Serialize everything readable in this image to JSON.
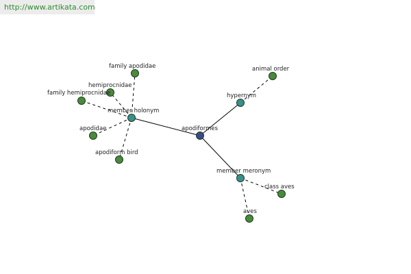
{
  "banner": {
    "url": "http://www.artikata.com"
  },
  "colors": {
    "leaf": "#4a8a3c",
    "relation": "#3a8f8f",
    "center": "#3b4a8c",
    "banner_text": "#2e8b2e"
  },
  "nodes": [
    {
      "id": "apodiformes",
      "label": "apodiformes",
      "kind": "center"
    },
    {
      "id": "member-holonym",
      "label": "member holonym",
      "kind": "relation"
    },
    {
      "id": "hypernym",
      "label": "hypernym",
      "kind": "relation"
    },
    {
      "id": "member-meronym",
      "label": "member meronym",
      "kind": "relation"
    },
    {
      "id": "family-apodidae",
      "label": "family apodidae",
      "kind": "leaf"
    },
    {
      "id": "hemiprocnidae",
      "label": "hemiprocnidae",
      "kind": "leaf"
    },
    {
      "id": "family-hemiprocnidae",
      "label": "family hemiprocnidae",
      "kind": "leaf"
    },
    {
      "id": "apodidae",
      "label": "apodidae",
      "kind": "leaf"
    },
    {
      "id": "apodiform-bird",
      "label": "apodiform bird",
      "kind": "leaf"
    },
    {
      "id": "animal-order",
      "label": "animal order",
      "kind": "leaf"
    },
    {
      "id": "class-aves",
      "label": "class aves",
      "kind": "leaf"
    },
    {
      "id": "aves",
      "label": "aves",
      "kind": "leaf"
    }
  ],
  "edges": [
    {
      "from": "apodiformes",
      "to": "member-holonym",
      "style": "solid"
    },
    {
      "from": "apodiformes",
      "to": "hypernym",
      "style": "solid"
    },
    {
      "from": "apodiformes",
      "to": "member-meronym",
      "style": "solid"
    },
    {
      "from": "member-holonym",
      "to": "family-apodidae",
      "style": "dashed"
    },
    {
      "from": "member-holonym",
      "to": "hemiprocnidae",
      "style": "dashed"
    },
    {
      "from": "member-holonym",
      "to": "family-hemiprocnidae",
      "style": "dashed"
    },
    {
      "from": "member-holonym",
      "to": "apodidae",
      "style": "dashed"
    },
    {
      "from": "member-holonym",
      "to": "apodiform-bird",
      "style": "dashed"
    },
    {
      "from": "hypernym",
      "to": "animal-order",
      "style": "dashed"
    },
    {
      "from": "member-meronym",
      "to": "class-aves",
      "style": "dashed"
    },
    {
      "from": "member-meronym",
      "to": "aves",
      "style": "dashed"
    }
  ]
}
